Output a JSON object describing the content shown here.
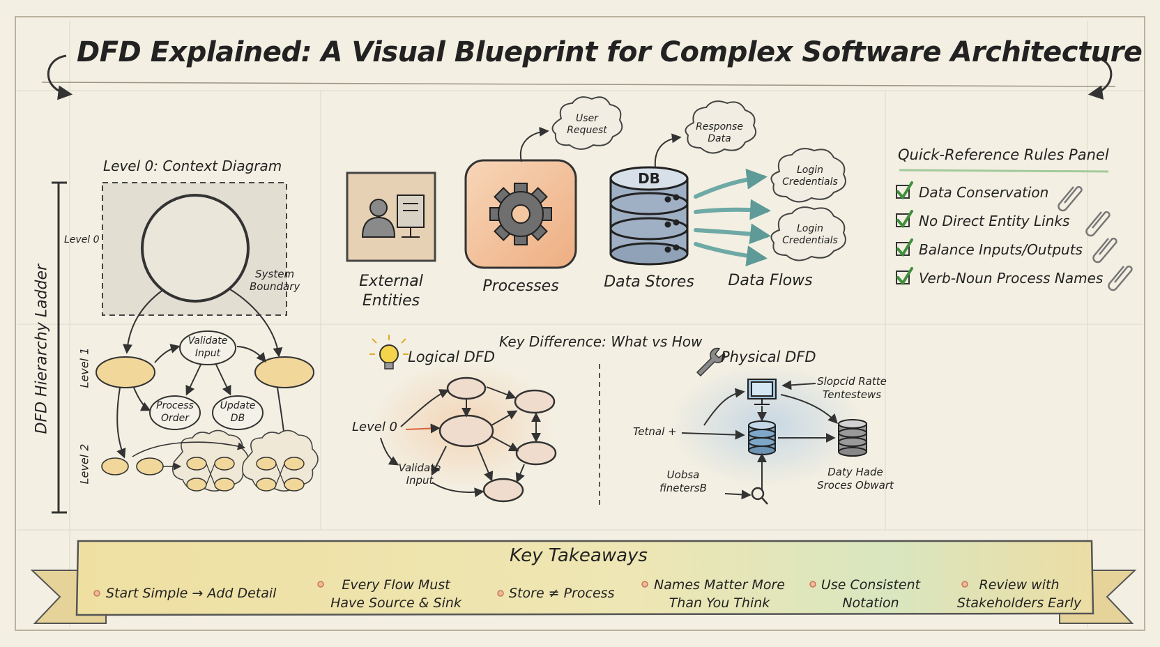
{
  "title": "DFD Explained: A Visual Blueprint for Complex Software Architecture",
  "hierarchy": {
    "ladder_label": "DFD Hierarchy Ladder",
    "level0_title": "Level 0: Context Diagram",
    "level0_side": "Level 0",
    "level1_side": "Level 1",
    "level2_side": "Level 2",
    "system_boundary": [
      "System",
      "Boundary"
    ],
    "validate_input": [
      "Validate",
      "Input"
    ],
    "process_order": [
      "Process",
      "Order"
    ],
    "update_db": [
      "Update",
      "DB"
    ]
  },
  "components": {
    "external_entities": [
      "External",
      "Entities"
    ],
    "processes": "Processes",
    "data_stores": "Data Stores",
    "db_label": "DB",
    "data_flows": "Data Flows",
    "user_request": [
      "User",
      "Request"
    ],
    "response_data": [
      "Response",
      "Data"
    ],
    "login_credentials_1": [
      "Login",
      "Credentials"
    ],
    "login_credentials_2": [
      "Login",
      "Credentials"
    ]
  },
  "rules_panel": {
    "title": "Quick-Reference Rules Panel",
    "rules": [
      "Data Conservation",
      "No Direct Entity Links",
      "Balance Inputs/Outputs",
      "Verb-Noun Process Names"
    ]
  },
  "comparison": {
    "title": "Key Difference: What vs How",
    "logical_title": "Logical DFD",
    "physical_title": "Physical DFD",
    "logical_level": "Level 0",
    "logical_validate": [
      "Validate",
      "Input"
    ],
    "physical_top": [
      "Slopcid Ratte",
      "Tentestews"
    ],
    "physical_left": "Tetnal",
    "physical_bottom_left": [
      "Uobsa",
      "finetersB"
    ],
    "physical_bottom_right": [
      "Daty Hade",
      "Sroces Obwart"
    ]
  },
  "takeaways": {
    "title": "Key Takeaways",
    "items": [
      [
        "Start Simple → Add Detail"
      ],
      [
        "Every Flow Must",
        "Have Source & Sink"
      ],
      [
        "Store ≠ Process"
      ],
      [
        "Names Matter More",
        "Than You Think"
      ],
      [
        "Use Consistent",
        "Notation"
      ],
      [
        "Review with",
        "Stakeholders Early"
      ]
    ]
  },
  "colors": {
    "background": "#f3efe2",
    "process_orange": "#f2bf98",
    "db_blue": "#a9b8c9",
    "flow_teal": "#6fa9a6",
    "check_green": "#3f8f3c",
    "banner_yellow": "#efe2a0",
    "oval_yellow": "#f2d79a"
  },
  "icons": [
    "gear-icon",
    "person-icon",
    "computer-icon",
    "database-icon",
    "lightbulb-icon",
    "wrench-icon",
    "checkmark-icon",
    "paperclip-icon",
    "bullet-icon"
  ]
}
